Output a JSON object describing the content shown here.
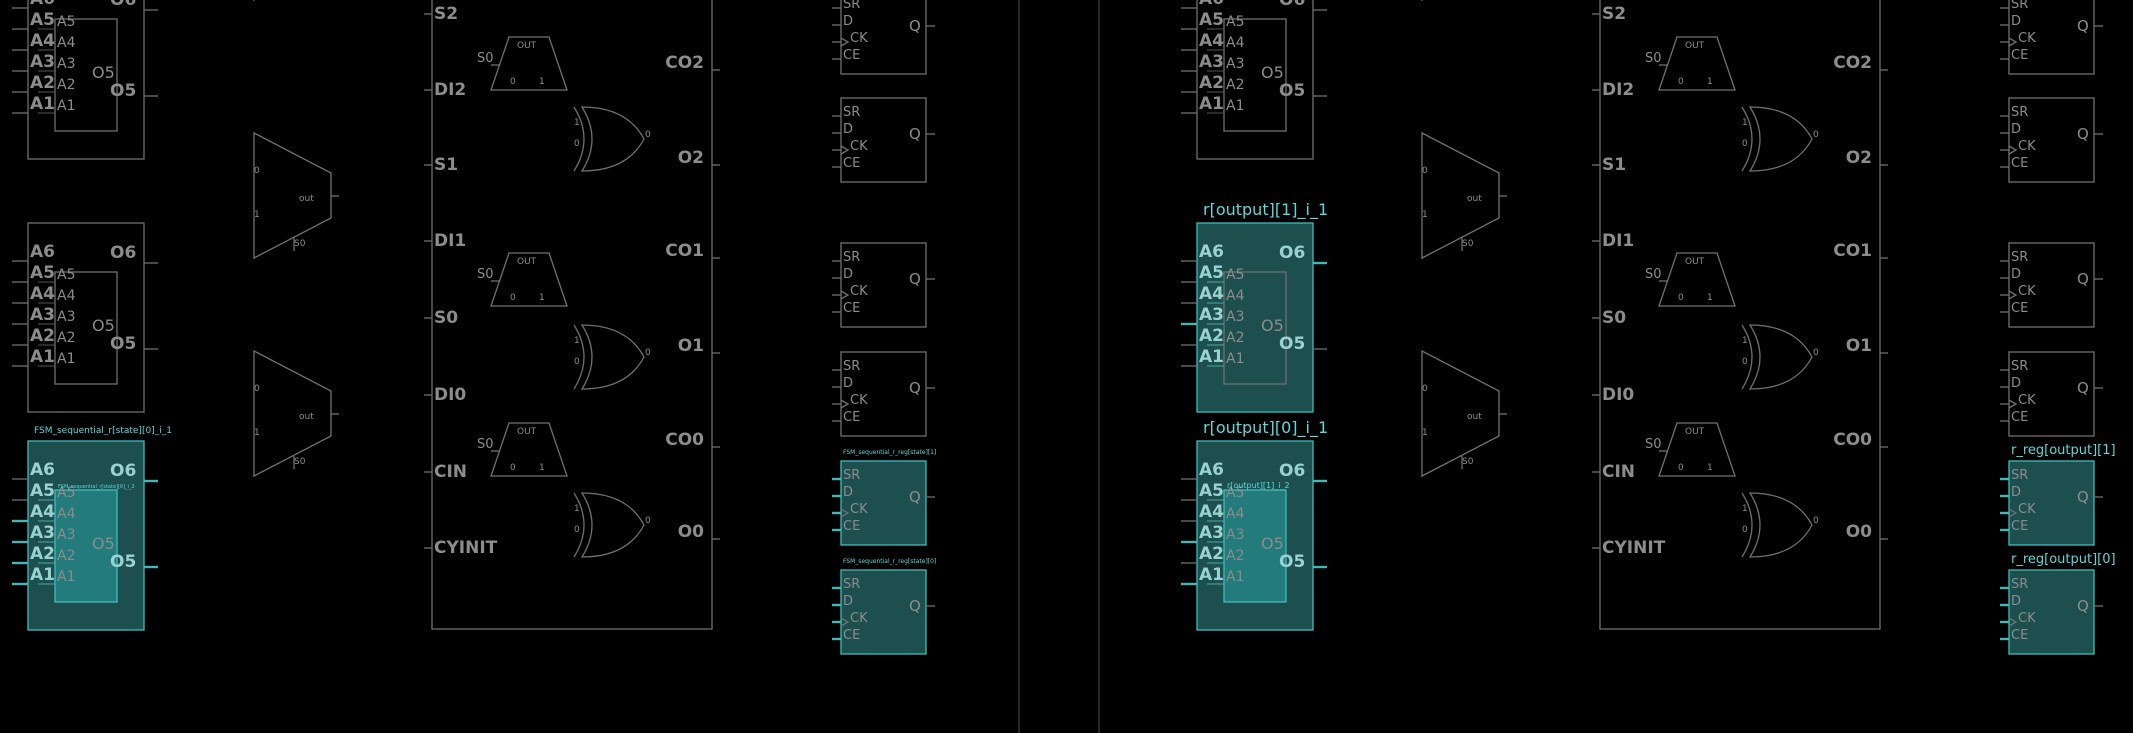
{
  "colors": {
    "background": "#000000",
    "wire": "#707070",
    "selected_fill": "#1d4f4f",
    "selected_stroke": "#3fbcbc",
    "selected_inner": "#237b7b",
    "cell_label": "#5fd8d8"
  },
  "lut": {
    "inputs": [
      "A6",
      "A5",
      "A4",
      "A3",
      "A2",
      "A1"
    ],
    "outputs": [
      "O6",
      "O5"
    ],
    "inner_inputs": [
      "A5",
      "A4",
      "A3",
      "A2",
      "A1"
    ],
    "inner_output": "O5"
  },
  "mux": {
    "in0": "0",
    "in1": "1",
    "out": "out",
    "sel": "S0"
  },
  "carry": {
    "left_pins": [
      "S2",
      "DI2",
      "S1",
      "DI1",
      "S0",
      "DI0",
      "CIN",
      "CYINIT"
    ],
    "right_pins": [
      "CO2",
      "O2",
      "CO1",
      "O1",
      "CO0",
      "O0"
    ],
    "mux_out": "OUT",
    "mux_sel": "S0",
    "mux_in0": "0",
    "mux_in1": "1",
    "xor_in1": "1",
    "xor_in0": "0",
    "xor_out": "0"
  },
  "ff": {
    "pins": [
      "SR",
      "D",
      "CK",
      "CE"
    ],
    "out": "Q"
  },
  "cells": {
    "left_lut": "FSM_sequential_r[state][0]_i_1",
    "left_lut_inner": "FSM_sequential_r[state][0]_i_2",
    "left_ff_1": "FSM_sequential_r_reg[state][1]",
    "left_ff_0": "FSM_sequential_r_reg[state][0]",
    "right_lut_1": "r[output][1]_i_1",
    "right_lut_0": "r[output][0]_i_1",
    "right_lut_0_inner": "r[output][1]_i_2",
    "right_ff_1": "r_reg[output][1]",
    "right_ff_0": "r_reg[output][0]"
  }
}
